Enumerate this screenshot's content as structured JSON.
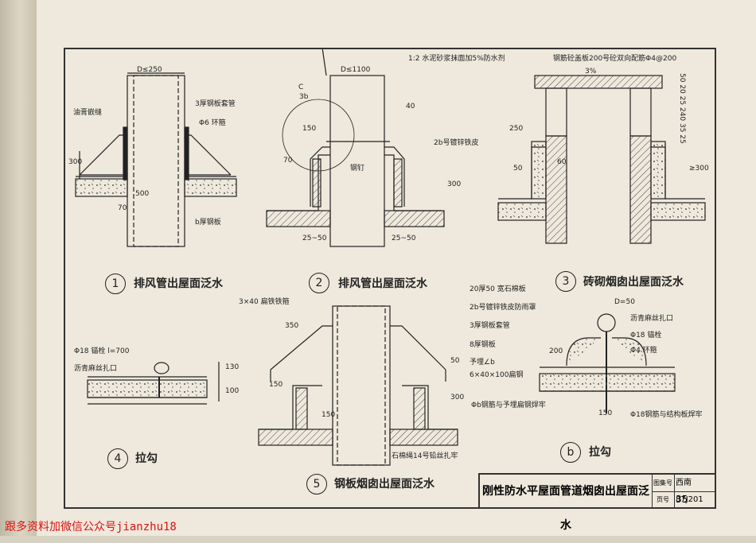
{
  "details": [
    {
      "num": "1",
      "title": "排风管出屋面泛水"
    },
    {
      "num": "2",
      "title": "排风管出屋面泛水"
    },
    {
      "num": "3",
      "title": "砖砌烟囱出屋面泛水"
    },
    {
      "num": "4",
      "title": "拉勾"
    },
    {
      "num": "5",
      "title": "钢板烟囱出屋面泛水"
    },
    {
      "num": "b",
      "title": "拉勾"
    }
  ],
  "labels": {
    "d1_dim": "D≤250",
    "d1_pipe": "3厚钢板套管",
    "d1_ring": "Φ6 环箍",
    "d1_oil": "油膏嵌缝",
    "d1_plate": "b厚钢板",
    "d1_300": "300",
    "d1_500": "500",
    "d1_70": "70",
    "d2_dim": "D≤1100",
    "d2_mortar": "1:2 水泥砂浆抹面加5%防水剂",
    "d2_c": "C",
    "d2_3b": "3b",
    "d2_sheet": "2b号镀锌铁皮",
    "d2_nail": "钢钉",
    "d2_150": "150",
    "d2_70": "70",
    "d2_40": "40",
    "d2_300": "300",
    "d2_gap_l": "25~50",
    "d2_gap_r": "25~50",
    "d3_cover": "钢筋砼盖板200号砼双向配筋Φ4@200",
    "d3_slope": "3%",
    "d3_250": "250",
    "d3_50": "50",
    "d3_60": "60",
    "d3_ge300": "≥300",
    "d3_dims": "50 20 25 240 35 25",
    "d5_strip": "3×40 扁铁铁箍",
    "d5_board": "20厚50 宽石棉板",
    "d5_cap": "2b号镀锌铁皮防雨罩",
    "d5_pipe": "3厚钢板套管",
    "d5_plate": "8厚钢板",
    "d5_angle": "予埋∠b",
    "d5_bolt": "6×40×100扁钢",
    "d5_bar": "Φb钢筋与予埋扁钢焊牢",
    "d5_asbestos": "石棉绳14号铅丝扎牢",
    "d5_350": "350",
    "d5_150a": "150",
    "d5_150b": "150",
    "d5_300": "300",
    "d5_50": "50",
    "d4_hook": "Φ18 锚栓 l=700",
    "d4_asphalt": "沥青麻丝扎口",
    "d4_130": "130",
    "d4_100": "100",
    "d6_dim": "D=50",
    "d6_asphalt": "沥青麻丝扎口",
    "d6_bolt": "Φ18 锚栓",
    "d6_hoop": "Φ4 环箍",
    "d6_200": "200",
    "d6_150": "150",
    "d6_weld": "Φ18钢筋与结构板焊牢"
  },
  "titleblock": {
    "title": "刚性防水平屋面管道烟囱出屋面泛水",
    "set_label": "图集号",
    "set_value": "西南87J201",
    "page_label": "页号",
    "page_value": "35"
  },
  "watermark": "跟多资料加微信公众号jianzhu18"
}
